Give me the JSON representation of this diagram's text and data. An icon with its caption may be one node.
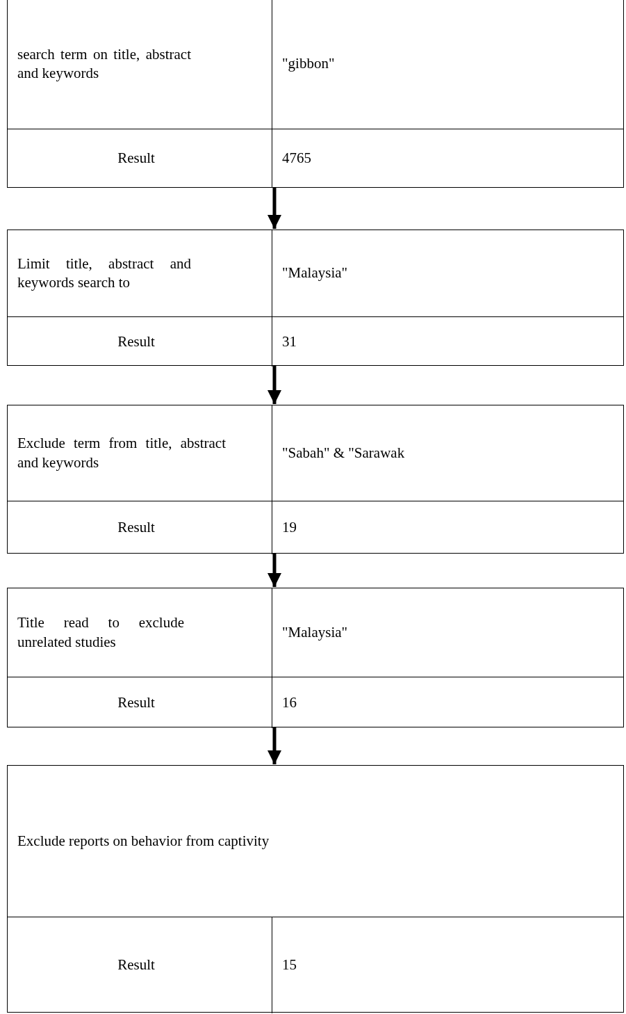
{
  "diagram": {
    "nodes": [
      {
        "text": [
          "search term on title, abstract and keywords",
          "\"gibbon\"",
          "Result",
          "4765"
        ]
      },
      {
        "text": [
          "Limit title, abstract and keywords search to",
          "\"Malaysia\"",
          "Result",
          "31"
        ]
      },
      {
        "text": [
          "Exclude term from title, abstract and keywords",
          "\"Sabah\" & \"Sarawak",
          "Result",
          "19"
        ]
      },
      {
        "text": [
          "Title read to exclude unrelated studies",
          "\"Malaysia\"",
          "Result",
          "16"
        ]
      },
      {
        "text": [
          "Exclude reports on behavior from captivity",
          "Result",
          "15"
        ]
      }
    ],
    "edges": [
      {
        "from": 0,
        "to": 1,
        "arrow": "to"
      },
      {
        "from": 1,
        "to": 2,
        "arrow": "to"
      },
      {
        "from": 2,
        "to": 3,
        "arrow": "to"
      },
      {
        "from": 3,
        "to": 4,
        "arrow": "to"
      }
    ]
  }
}
